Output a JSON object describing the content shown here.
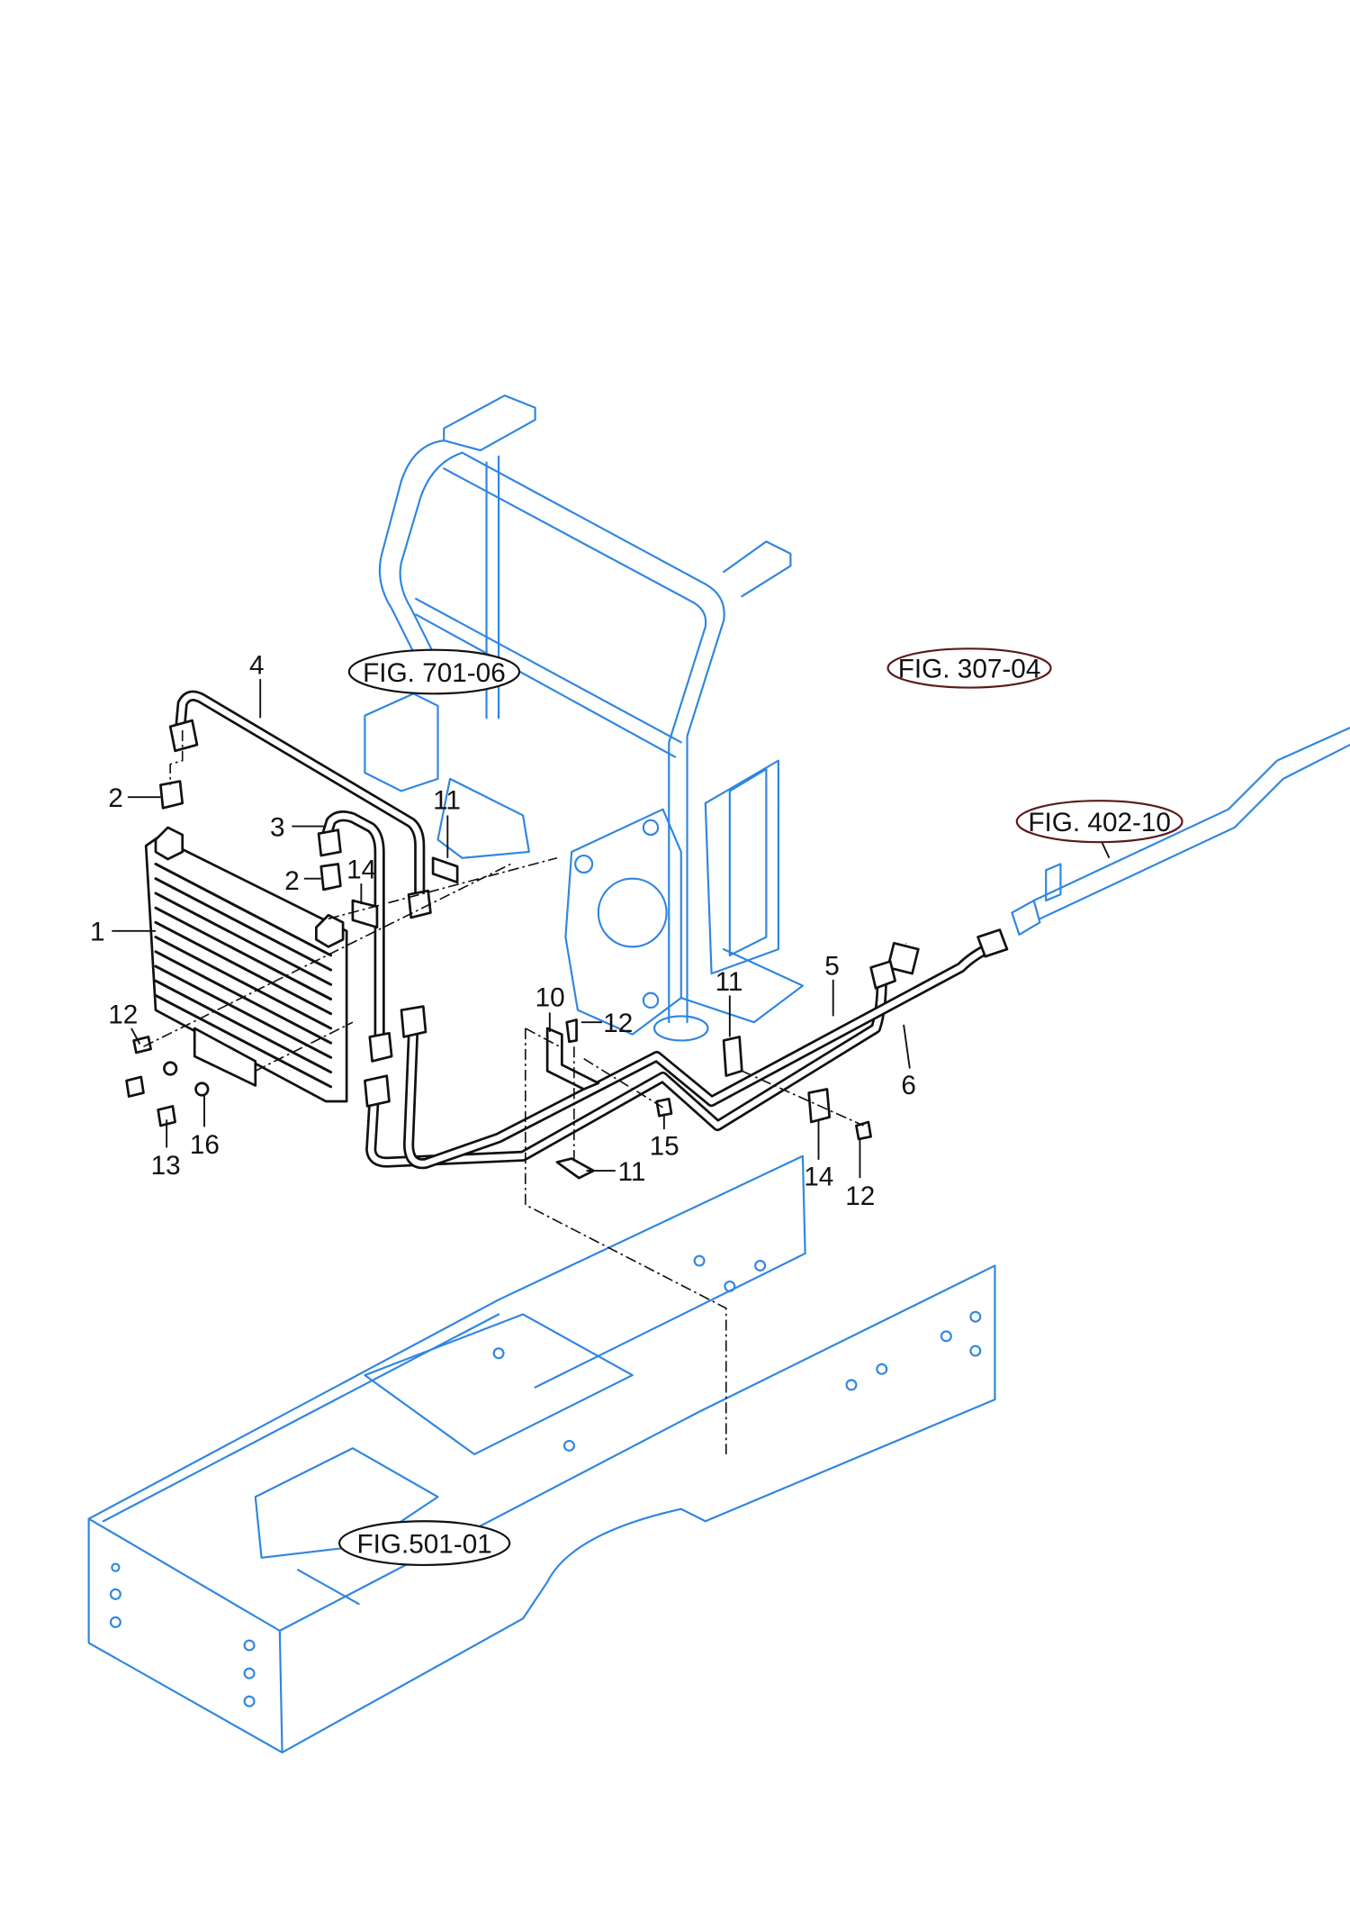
{
  "diagram": {
    "colors": {
      "frame": "#2f86e0",
      "parts": "#111111",
      "background": "#ffffff"
    },
    "figure_references": [
      {
        "id": "fig-701-06",
        "text": "FIG. 701-06"
      },
      {
        "id": "fig-307-04",
        "text": "FIG. 307-04"
      },
      {
        "id": "fig-402-10",
        "text": "FIG. 402-10"
      },
      {
        "id": "fig-501-01",
        "text": "FIG.501-01"
      }
    ],
    "part_callouts": [
      {
        "text": "1"
      },
      {
        "text": "2"
      },
      {
        "text": "2"
      },
      {
        "text": "3"
      },
      {
        "text": "4"
      },
      {
        "text": "5"
      },
      {
        "text": "6"
      },
      {
        "text": "10"
      },
      {
        "text": "11"
      },
      {
        "text": "11"
      },
      {
        "text": "11"
      },
      {
        "text": "12"
      },
      {
        "text": "12"
      },
      {
        "text": "12"
      },
      {
        "text": "13"
      },
      {
        "text": "14"
      },
      {
        "text": "14"
      },
      {
        "text": "15"
      },
      {
        "text": "16"
      }
    ]
  }
}
